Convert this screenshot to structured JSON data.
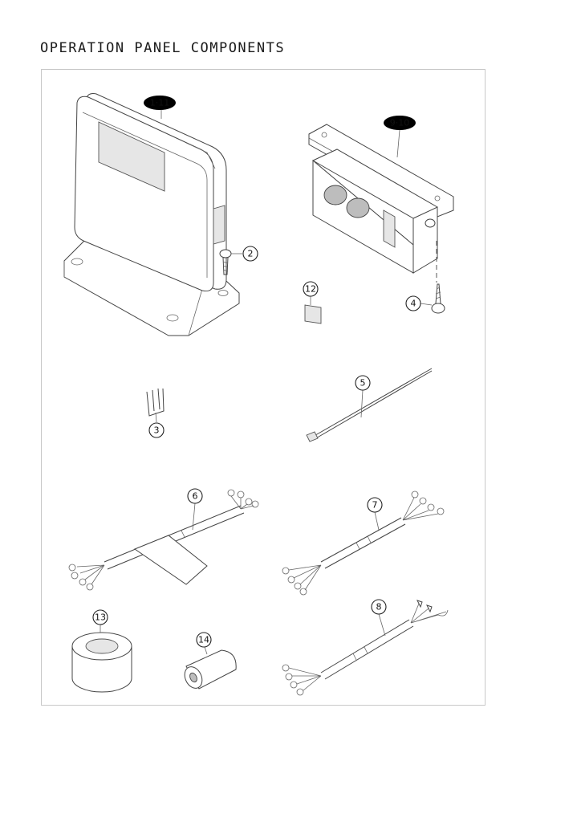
{
  "page": {
    "title": "OPERATION PANEL COMPONENTS"
  },
  "callouts": [
    {
      "id": "c1",
      "label": "1·11"
    },
    {
      "id": "c2",
      "label": "2"
    },
    {
      "id": "c3",
      "label": "3"
    },
    {
      "id": "c4",
      "label": "4"
    },
    {
      "id": "c5",
      "label": "5"
    },
    {
      "id": "c6",
      "label": "6"
    },
    {
      "id": "c7",
      "label": "7"
    },
    {
      "id": "c8",
      "label": "8"
    },
    {
      "id": "c9",
      "label": "9·10"
    },
    {
      "id": "c12",
      "label": "12"
    },
    {
      "id": "c13",
      "label": "13"
    },
    {
      "id": "c14",
      "label": "14"
    }
  ]
}
